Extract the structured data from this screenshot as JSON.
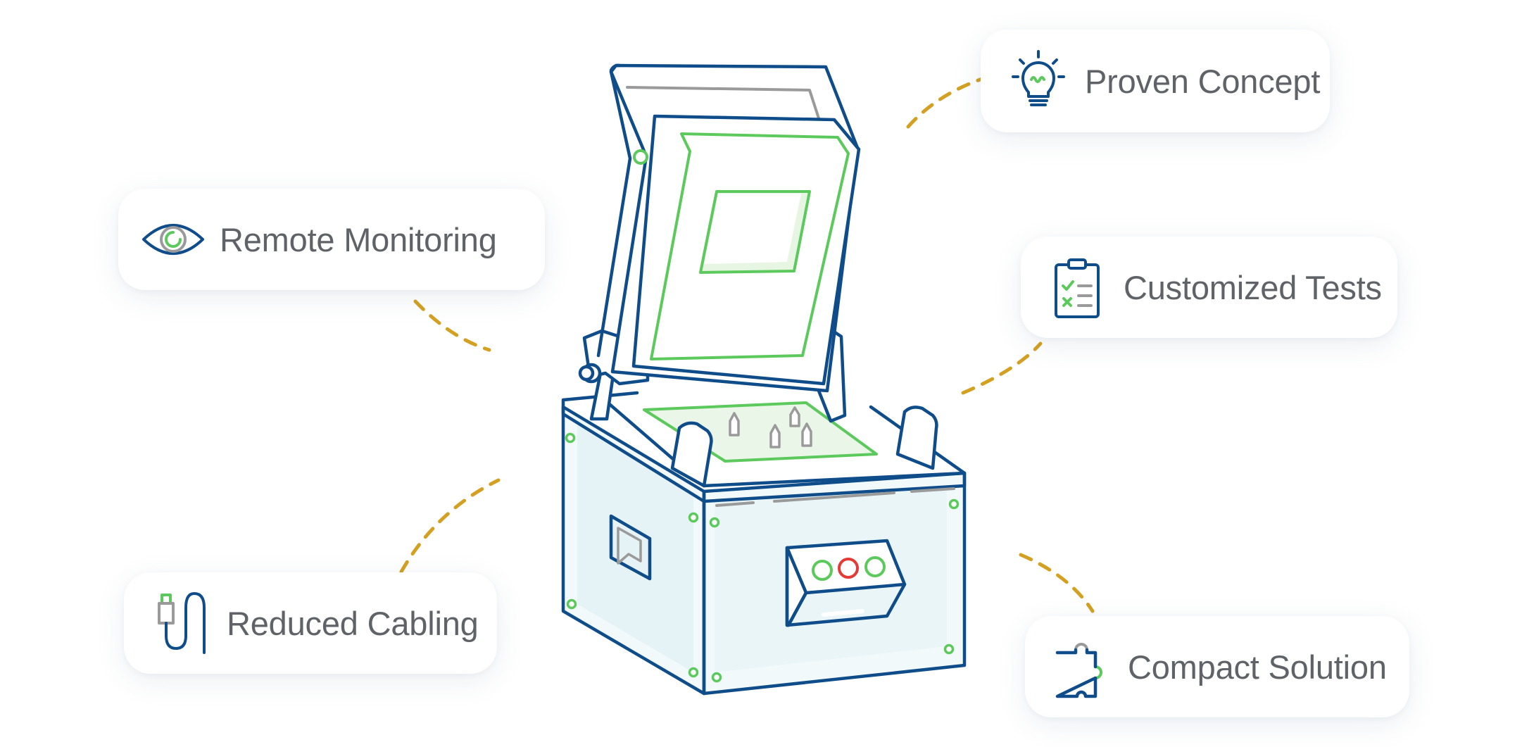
{
  "colors": {
    "outline_blue": "#0f4c8a",
    "accent_green": "#5cc95c",
    "connector_gold": "#d4a021",
    "label_gray": "#5f6368",
    "indicator_red": "#e53935",
    "detail_gray": "#9a9a9a",
    "panel_tint": "#eef7f9"
  },
  "features": {
    "proven_concept": {
      "label": "Proven Concept",
      "icon": "lightbulb-icon"
    },
    "remote_monitoring": {
      "label": "Remote Monitoring",
      "icon": "eye-icon"
    },
    "customized_tests": {
      "label": "Customized Tests",
      "icon": "checklist-clipboard-icon"
    },
    "reduced_cabling": {
      "label": "Reduced Cabling",
      "icon": "cable-plug-icon"
    },
    "compact_solution": {
      "label": "Compact Solution",
      "icon": "puzzle-piece-icon"
    }
  },
  "device": {
    "name": "test-fixture-box",
    "indicator_lights": [
      "green",
      "red",
      "green"
    ]
  }
}
